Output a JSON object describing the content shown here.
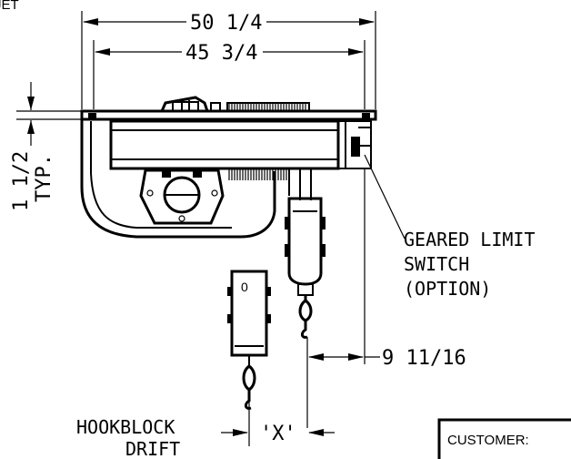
{
  "labels": {
    "top_left_fragment": "JET",
    "dim_overall": "50 1/4",
    "dim_inner": "45 3/4",
    "dim_vertical": "1 1/2",
    "dim_vertical_note": "TYP.",
    "limit_switch_line1": "GEARED LIMIT",
    "limit_switch_line2": "SWITCH",
    "limit_switch_line3": "(OPTION)",
    "dim_offset": "9 11/16",
    "hookblock_line1": "HOOKBLOCK",
    "hookblock_line2": "DRIFT",
    "drift_x": "'X'",
    "customer_label": "CUSTOMER:",
    "pendant_mark": "0"
  }
}
